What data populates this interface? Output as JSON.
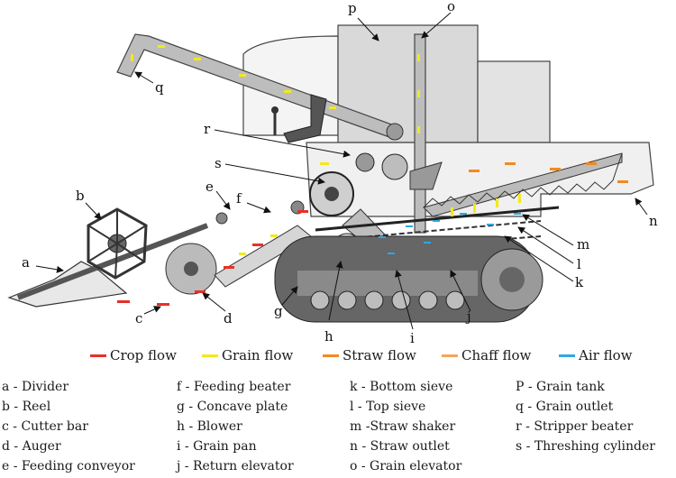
{
  "labels": {
    "a": "a",
    "b": "b",
    "c": "c",
    "d": "d",
    "e": "e",
    "f": "f",
    "g": "g",
    "h": "h",
    "i": "i",
    "j": "j",
    "k": "k",
    "l": "l",
    "m": "m",
    "n": "n",
    "o": "o",
    "p": "p",
    "q": "q",
    "r": "r",
    "s": "s"
  },
  "legend": [
    {
      "label": "Crop flow",
      "color": "#e8302a"
    },
    {
      "label": "Grain flow",
      "color": "#f2e81e"
    },
    {
      "label": "Straw flow",
      "color": "#f28a1e"
    },
    {
      "label": "Chaff flow",
      "color": "#f7a45a"
    },
    {
      "label": "Air flow",
      "color": "#2fa8e0"
    }
  ],
  "key": {
    "col1": [
      "a - Divider",
      "b - Reel",
      "c - Cutter bar",
      "d - Auger",
      "e - Feeding conveyor"
    ],
    "col2": [
      "f - Feeding beater",
      "g - Concave plate",
      "h - Blower",
      "i - Grain pan",
      "j - Return elevator"
    ],
    "col3": [
      "k - Bottom sieve",
      "l - Top sieve",
      "m -Straw shaker",
      "n - Straw outlet",
      "o - Grain elevator"
    ],
    "col4": [
      "P - Grain tank",
      "q - Grain outlet",
      "r - Stripper beater",
      "s - Threshing cylinder"
    ]
  }
}
